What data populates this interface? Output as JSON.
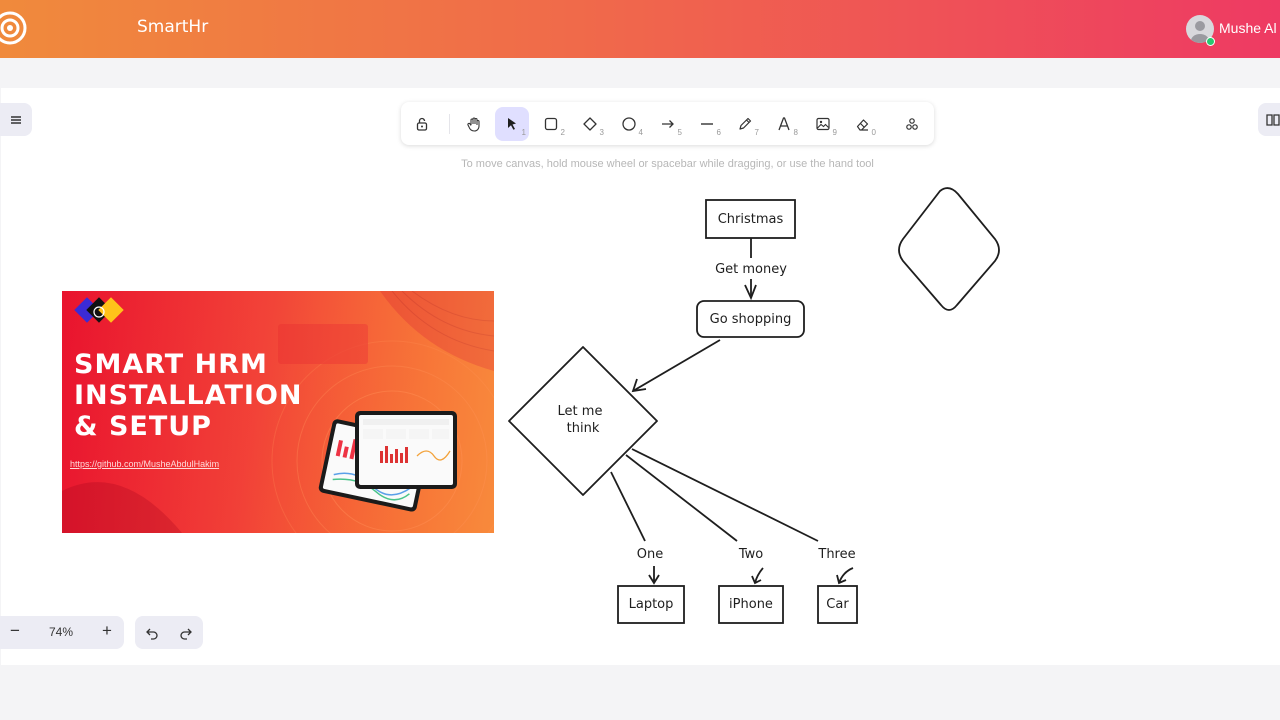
{
  "app": {
    "title": "SmartHr",
    "user_name": "Mushe Al"
  },
  "toolbar": {
    "tools": [
      {
        "name": "lock",
        "key": ""
      },
      {
        "name": "hand",
        "key": ""
      },
      {
        "name": "selection",
        "key": "1"
      },
      {
        "name": "rectangle",
        "key": "2"
      },
      {
        "name": "diamond",
        "key": "3"
      },
      {
        "name": "ellipse",
        "key": "4"
      },
      {
        "name": "arrow",
        "key": "5"
      },
      {
        "name": "line",
        "key": "6"
      },
      {
        "name": "draw",
        "key": "7"
      },
      {
        "name": "text",
        "key": "8"
      },
      {
        "name": "image",
        "key": "9"
      },
      {
        "name": "eraser",
        "key": "0"
      },
      {
        "name": "extra-tools",
        "key": ""
      }
    ],
    "active_tool": "selection"
  },
  "canvas": {
    "hint": "To move canvas, hold mouse wheel or spacebar while dragging, or use the hand tool"
  },
  "zoom": {
    "value": "74%",
    "minus": "−",
    "plus": "+"
  },
  "banner": {
    "title_line1": "SMART HRM",
    "title_line2": "INSTALLATION",
    "title_line3": "& SETUP",
    "url": "https://github.com/MusheAbdulHakim"
  },
  "flowchart": {
    "nodes": {
      "christmas": "Christmas",
      "go_shopping": "Go shopping",
      "decision_line1": "Let me",
      "decision_line2": "think",
      "laptop": "Laptop",
      "iphone": "iPhone",
      "car": "Car"
    },
    "edges": {
      "get_money": "Get money",
      "one": "One",
      "two": "Two",
      "three": "Three"
    }
  },
  "colors": {
    "accent": "#e0dfff",
    "stroke": "#1e1e1e",
    "header_start": "#f08a3c",
    "header_end": "#ee3a63",
    "online": "#28c76f"
  }
}
